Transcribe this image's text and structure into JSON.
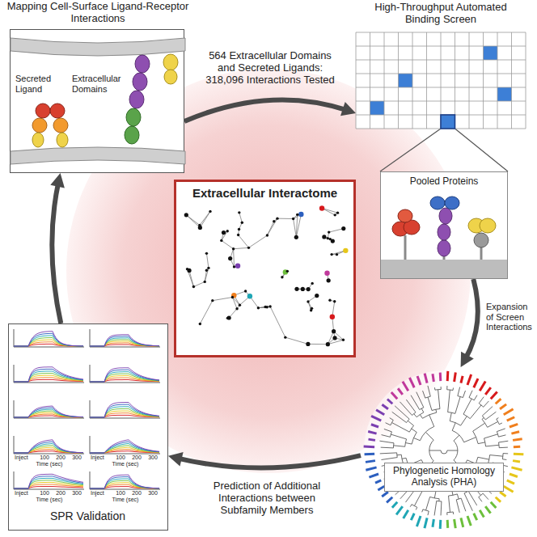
{
  "diagram": {
    "nodes": [
      {
        "text": [
          "Mapping Cell-Surface Ligand-Receptor Interactions",
          "Secreted Ligand",
          "Extracellular Domains"
        ]
      },
      {
        "text": [
          "High-Throughput Automated Binding Screen"
        ]
      },
      {
        "text": [
          "Pooled Proteins"
        ]
      },
      {
        "text": [
          "Extracellular Interactome"
        ]
      },
      {
        "text": [
          "Phylogenetic Homology Analysis (PHA)"
        ]
      },
      {
        "text": [
          "SPR Validation"
        ]
      }
    ],
    "edges": [
      {
        "from": 0,
        "to": 1,
        "arrow": "to",
        "label": "564 Extracellular Domains and Secreted Ligands: 318,096 Interactions Tested"
      },
      {
        "from": 2,
        "to": 4,
        "arrow": "to",
        "label": "Expansion of Screen Interactions"
      },
      {
        "from": 4,
        "to": 5,
        "arrow": "to",
        "label": "Prediction of Additional Interactions between Subfamily Members"
      },
      {
        "from": 5,
        "to": 0,
        "arrow": "to"
      }
    ],
    "labels": [
      "Inject",
      "100",
      "200",
      "300",
      "Time (sec)",
      "Inject",
      "100",
      "200",
      "300",
      "Time (sec)",
      "Inject",
      "100",
      "200",
      "300",
      "Time (sec)",
      "Inject",
      "100",
      "200",
      "300",
      "Time (sec)"
    ]
  }
}
